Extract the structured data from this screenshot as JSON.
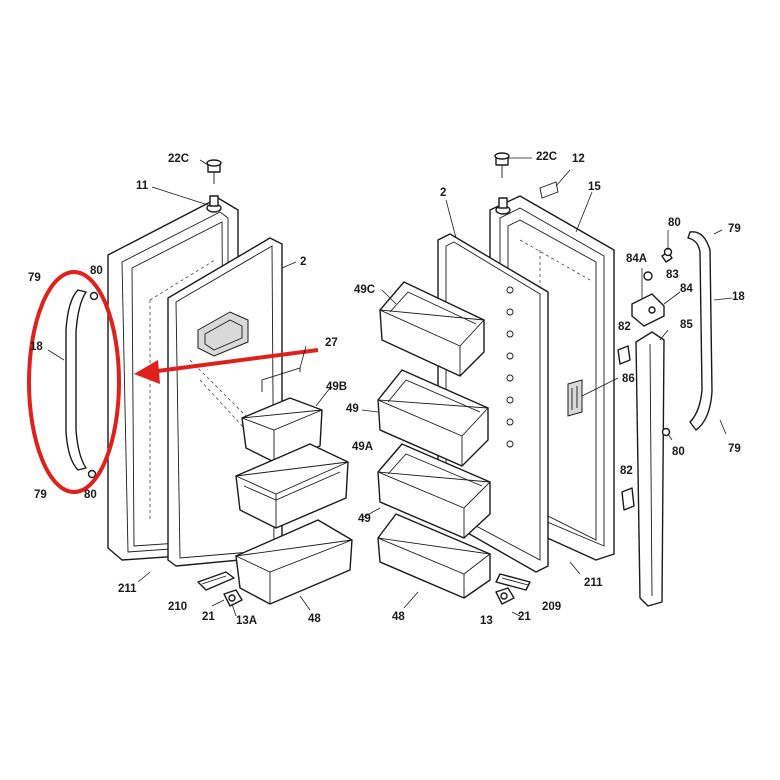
{
  "highlight_color": "#e0201b",
  "labels": {
    "l22c_left": "22C",
    "l22c_right": "22C",
    "l11": "11",
    "l12": "12",
    "l15": "15",
    "l2_left": "2",
    "l2_right": "2",
    "l79_tl": "79",
    "l80_tl": "80",
    "l18_left": "18",
    "l79_bl": "79",
    "l80_bl": "80",
    "l27": "27",
    "l49b": "49B",
    "l49a": "49A",
    "l49_mid": "49",
    "l49_low": "49",
    "l49c": "49C",
    "l211_left": "211",
    "l211_right": "211",
    "l210": "210",
    "l21_left": "21",
    "l13a": "13A",
    "l48_left": "48",
    "l48_right": "48",
    "l13": "13",
    "l21_right": "21",
    "l209": "209",
    "l80_tr": "80",
    "l79_tr": "79",
    "l84a": "84A",
    "l83": "83",
    "l84": "84",
    "l18_right": "18",
    "l82_top": "82",
    "l85": "85",
    "l86": "86",
    "l80_br": "80",
    "l79_br": "79",
    "l82_bot": "82"
  }
}
